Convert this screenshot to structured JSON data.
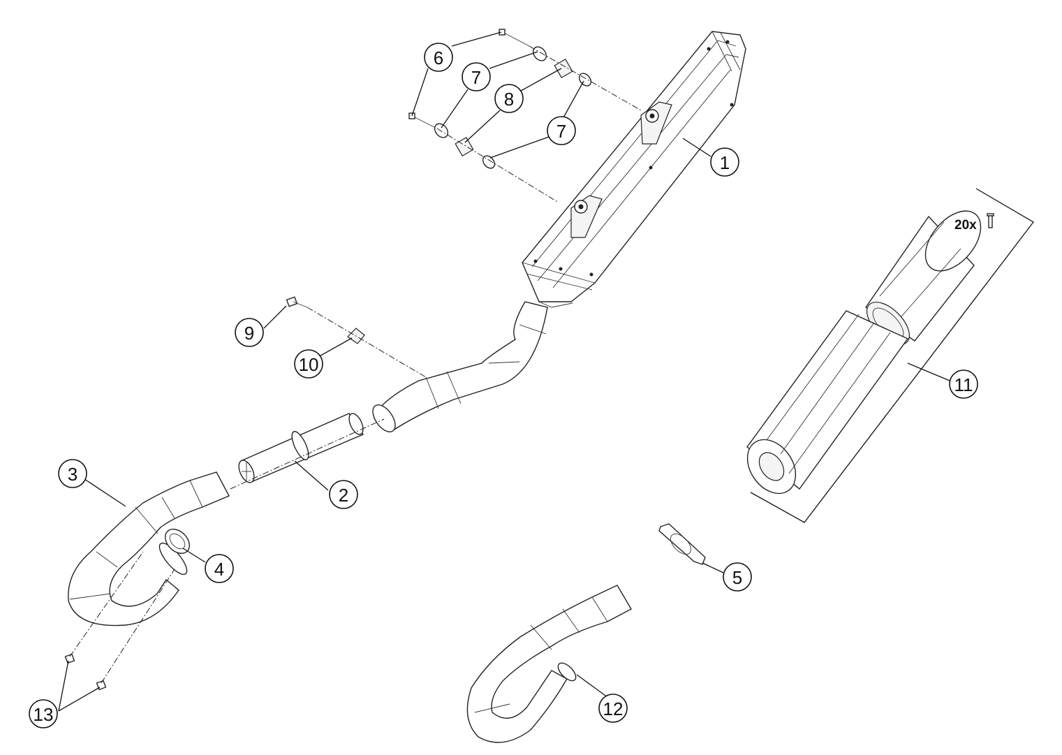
{
  "callouts": {
    "c1": "1",
    "c2": "2",
    "c3": "3",
    "c4": "4",
    "c5": "5",
    "c6": "6",
    "c7a": "7",
    "c7b": "7",
    "c8": "8",
    "c9": "9",
    "c10": "10",
    "c11": "11",
    "c12": "12",
    "c13": "13"
  },
  "kit_quantity": "20x",
  "icons": {
    "rivet": "rivet-icon"
  }
}
